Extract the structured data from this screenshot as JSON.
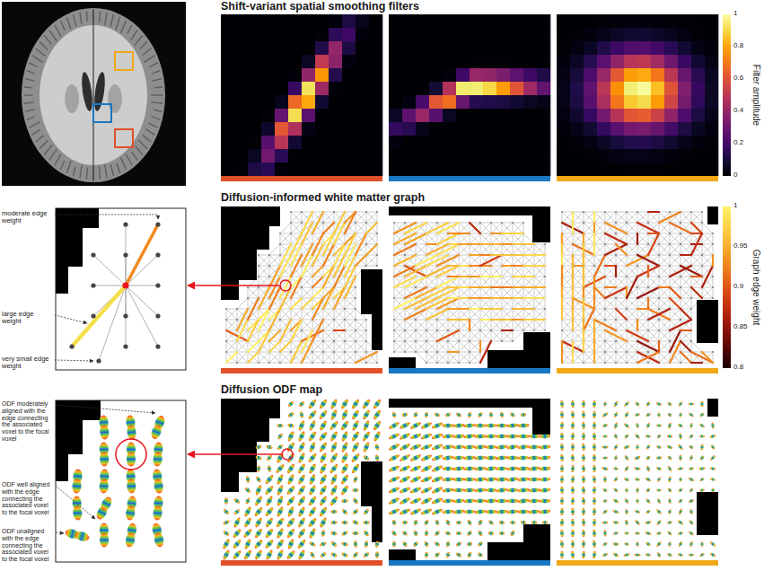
{
  "diagram": {
    "labels": [
      "Shift-variant spatial smoothing filters",
      "Filter amplitude",
      "1",
      "0.8",
      "0.6",
      "0.4",
      "0.2",
      "0",
      "moderate edge weight",
      "large edge weight",
      "very small edge weight",
      "Diffusion-informed white matter graph",
      "Graph edge weight",
      "1",
      "0.95",
      "0.9",
      "0.85",
      "0.8",
      "Diffusion ODF map",
      "ODF moderately aligned with the edge connecting the associated voxel to the focal voxel",
      "ODF well aligned with the edge connecting the associated voxel to the focal voxel",
      "ODF unaligned with the edge connecting the associated voxel to the focal voxel"
    ]
  }
}
